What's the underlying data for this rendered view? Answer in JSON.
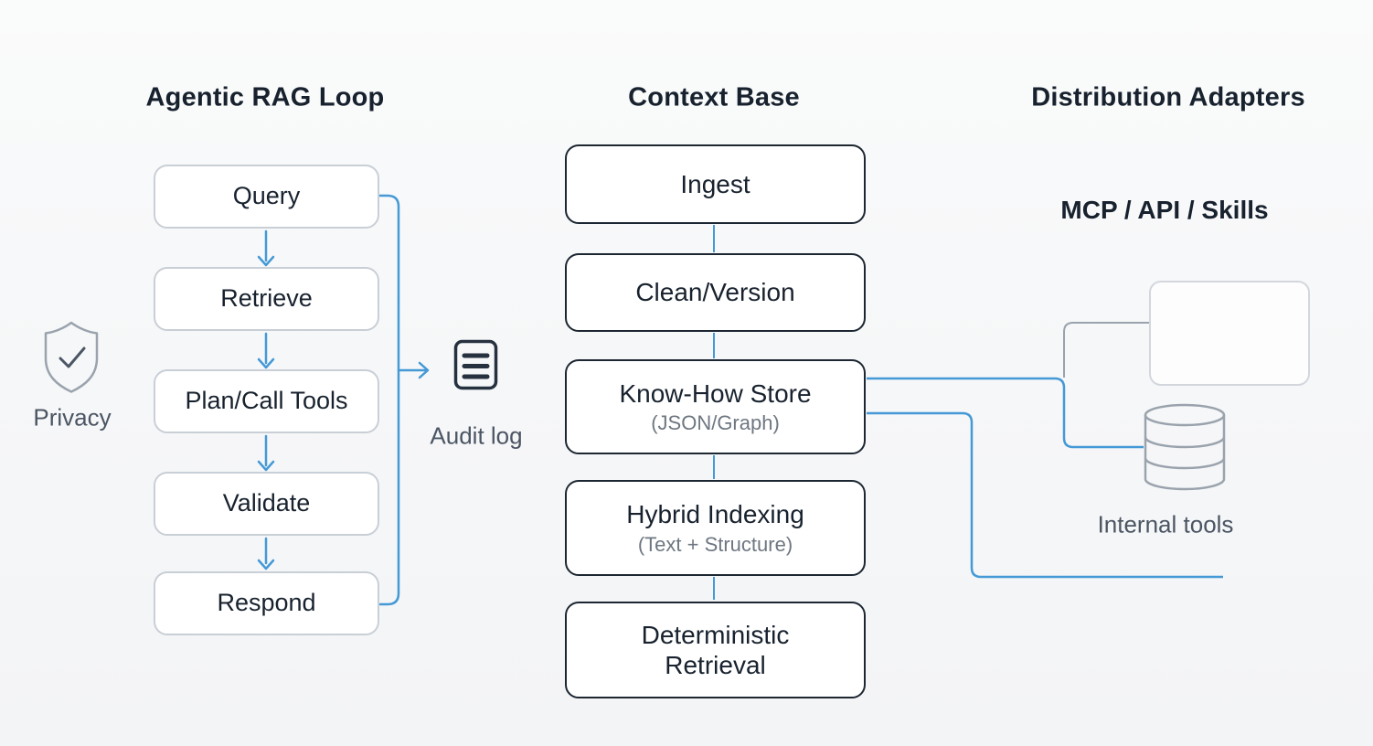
{
  "colors": {
    "accent_blue": "#4499d6",
    "line_gray": "#9aa3ad",
    "box_border_light": "#c9cfd6",
    "box_border_dark": "#1d2732",
    "text_dark": "#18222e",
    "text_gray": "#4b5563",
    "text_subtle": "#6e7781",
    "background": "#f7f8f9",
    "box_background": "#ffffff",
    "icon_dark": "#263140"
  },
  "columns": {
    "rag": {
      "title": "Agentic RAG Loop",
      "steps": [
        "Query",
        "Retrieve",
        "Plan/Call Tools",
        "Validate",
        "Respond"
      ]
    },
    "context": {
      "title": "Context Base",
      "steps": [
        {
          "label": "Ingest",
          "sublabel": ""
        },
        {
          "label": "Clean/Version",
          "sublabel": ""
        },
        {
          "label": "Know-How Store",
          "sublabel": "(JSON/Graph)"
        },
        {
          "label": "Hybrid Indexing",
          "sublabel": "(Text + Structure)"
        },
        {
          "label": "Deterministic Retrieval",
          "sublabel": ""
        }
      ]
    },
    "adapters": {
      "title": "Distribution Adapters",
      "subtitle": "MCP / API / Skills",
      "internal_tools_label": "Internal tools",
      "icons": [
        "gear-icon",
        "database-icon"
      ]
    }
  },
  "annotations": {
    "privacy_label": "Privacy",
    "privacy_icon": "shield-check-icon",
    "audit_label": "Audit log",
    "audit_icon": "audit-log-document-icon"
  },
  "edges": [
    {
      "from": "Query",
      "to": "Retrieve",
      "style": "blue-arrow"
    },
    {
      "from": "Retrieve",
      "to": "Plan/Call Tools",
      "style": "blue-arrow"
    },
    {
      "from": "Plan/Call Tools",
      "to": "Validate",
      "style": "blue-arrow"
    },
    {
      "from": "Validate",
      "to": "Respond",
      "style": "blue-arrow"
    },
    {
      "from": "Query",
      "to": "Respond",
      "style": "blue-loop-right-side"
    },
    {
      "from": "loop",
      "to": "Audit log",
      "style": "blue-arrow"
    },
    {
      "from": "Ingest",
      "to": "Clean/Version",
      "style": "blue-line"
    },
    {
      "from": "Clean/Version",
      "to": "Know-How Store",
      "style": "blue-line"
    },
    {
      "from": "Know-How Store",
      "to": "Hybrid Indexing",
      "style": "blue-line"
    },
    {
      "from": "Hybrid Indexing",
      "to": "Deterministic Retrieval",
      "style": "blue-line"
    },
    {
      "from": "Know-How Store",
      "to": "MCP / API / Skills adapter card",
      "style": "blue-then-gray-line"
    },
    {
      "from": "Know-How Store",
      "to": "Internal tools database",
      "style": "blue-line"
    },
    {
      "from": "Know-How Store",
      "to": "right edge of canvas",
      "style": "blue-line"
    }
  ]
}
